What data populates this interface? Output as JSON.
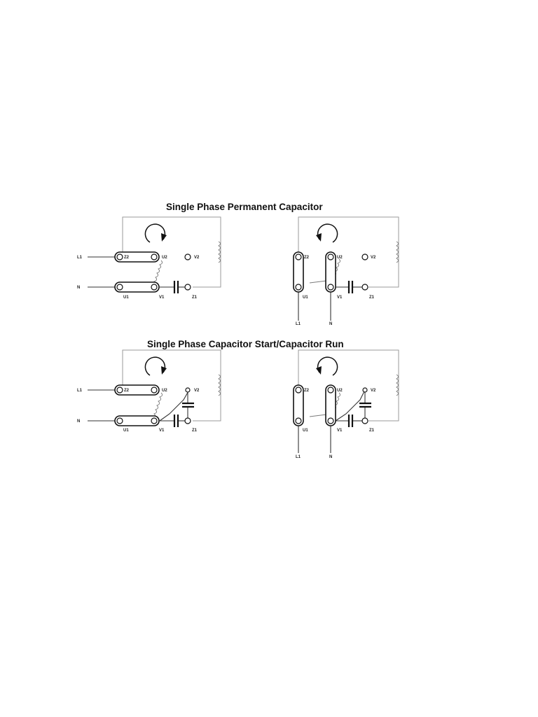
{
  "titles": {
    "permanent": "Single Phase Permanent Capacitor",
    "start_run": "Single Phase Capacitor Start/Capacitor Run"
  },
  "terminal_labels": {
    "z2": "Z2",
    "u2": "U2",
    "v2": "V2",
    "u1": "U1",
    "v1": "V1",
    "z1": "Z1"
  },
  "supply_labels": {
    "l1": "L1",
    "n": "N"
  },
  "rotation": {
    "left_diagrams": "clockwise",
    "right_diagrams": "counter-clockwise"
  }
}
